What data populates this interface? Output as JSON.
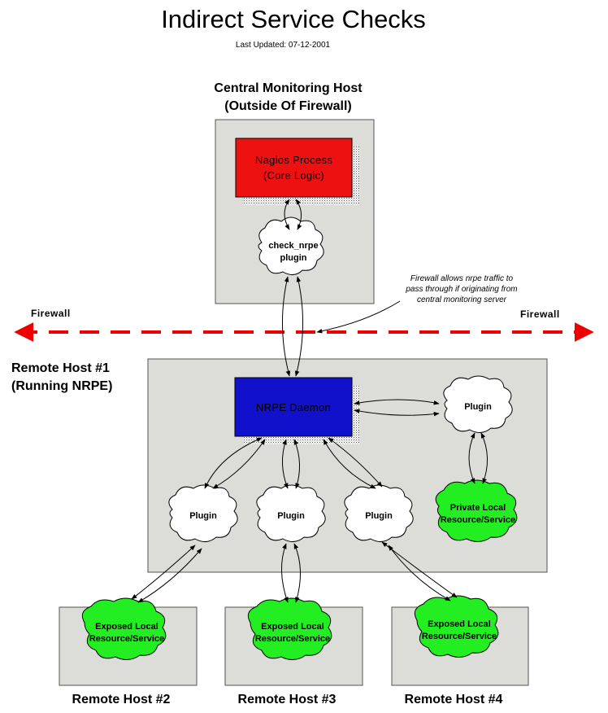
{
  "title": "Indirect Service Checks",
  "last_updated": "Last Updated: 07-12-2001",
  "central_host": {
    "label_line1": "Central Monitoring Host",
    "label_line2": "(Outside Of Firewall)",
    "nagios_line1": "Nagios Process",
    "nagios_line2": "(Core Logic)",
    "plugin_line1": "check_nrpe",
    "plugin_line2": "plugin"
  },
  "firewall": {
    "left_label": "Firewall",
    "right_label": "Firewall",
    "note_line1": "Firewall allows nrpe traffic to",
    "note_line2": "pass through if originating from",
    "note_line3": "central monitoring server"
  },
  "remote_host_1": {
    "label_line1": "Remote Host #1",
    "label_line2": "(Running NRPE)",
    "daemon": "NRPE Daemon",
    "plugin_private": "Plugin",
    "private_resource_line1": "Private Local",
    "private_resource_line2": "Resource/Service",
    "plugin_a": "Plugin",
    "plugin_b": "Plugin",
    "plugin_c": "Plugin"
  },
  "remote_hosts": [
    {
      "label": "Remote Host #2",
      "resource_line1": "Exposed Local",
      "resource_line2": "Resource/Service"
    },
    {
      "label": "Remote Host #3",
      "resource_line1": "Exposed Local",
      "resource_line2": "Resource/Service"
    },
    {
      "label": "Remote Host #4",
      "resource_line1": "Exposed Local",
      "resource_line2": "Resource/Service"
    }
  ],
  "colors": {
    "host_fill": "#dcdcd8",
    "nagios_fill": "#ee1111",
    "nrpe_fill": "#1111cc",
    "resource_fill": "#22ee22",
    "firewall_line": "#ee0000"
  }
}
